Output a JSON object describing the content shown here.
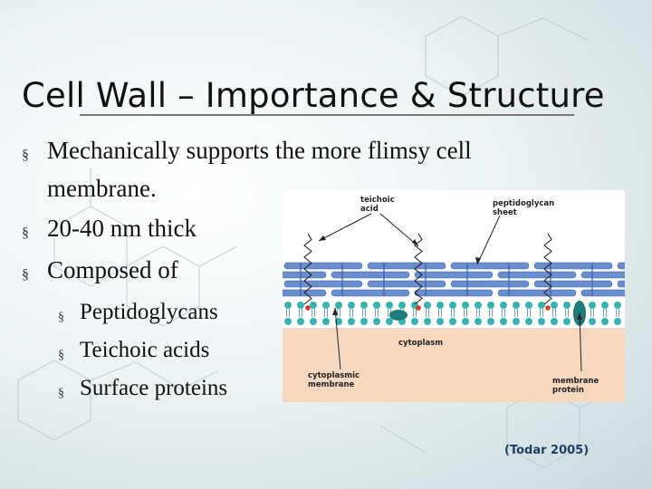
{
  "slide": {
    "title": "Cell Wall – Importance & Structure",
    "bullets": [
      {
        "line1": "Mechanically supports the more flimsy cell",
        "line2": "membrane."
      },
      {
        "line1": "20-40 nm thick"
      },
      {
        "line1": "Composed of"
      }
    ],
    "subbullets": [
      "Peptidoglycans",
      "Teichoic acids",
      "Surface proteins"
    ],
    "bullet_marker": "§",
    "citation": "(Todar 2005)"
  },
  "figure": {
    "labels": {
      "teichoic_acid": "teichoic\nacid",
      "peptidoglycan_sheet": "peptidoglycan\nsheet",
      "cytoplasm": "cytoplasm",
      "cytoplasmic_membrane": "cytoplasmic\nmembrane",
      "membrane_protein": "membrane\nprotein"
    },
    "colors": {
      "peptidoglycan": "#6a8fd1",
      "membrane_head": "#34b3b0",
      "cytoplasm": "#f6d8c0",
      "protein": "#1f7b78",
      "teichoic_dot": "#d63a1e"
    }
  }
}
